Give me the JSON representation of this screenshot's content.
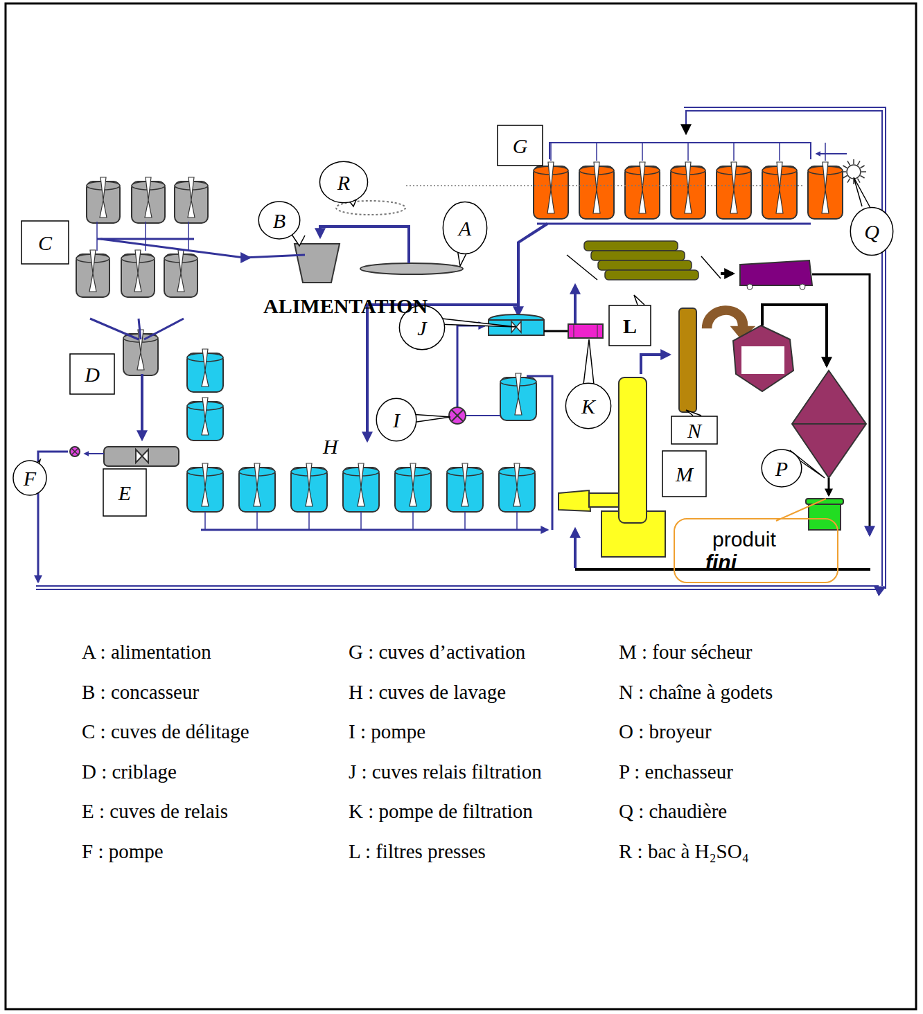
{
  "diagram": {
    "nodes": [
      {
        "text": [
          "R"
        ]
      },
      {
        "text": [
          "B"
        ]
      },
      {
        "text": [
          "A"
        ]
      },
      {
        "text": [
          "C"
        ]
      },
      {
        "text": [
          "G"
        ]
      },
      {
        "text": [
          "Q"
        ]
      },
      {
        "text": [
          "D"
        ]
      },
      {
        "text": [
          "F"
        ]
      },
      {
        "text": [
          "E"
        ]
      },
      {
        "text": [
          "J"
        ]
      },
      {
        "text": [
          "I"
        ]
      },
      {
        "text": [
          "K"
        ]
      },
      {
        "text": [
          "L"
        ]
      },
      {
        "text": [
          "N"
        ]
      },
      {
        "text": [
          "M"
        ]
      },
      {
        "text": [
          "P"
        ]
      },
      {
        "text": [
          "produit",
          "fini"
        ]
      }
    ],
    "labels": [
      "ALIMENTATION",
      "H"
    ],
    "legend": [
      {
        "text": "A : alimentation"
      },
      {
        "text": "G : cuves d’activation"
      },
      {
        "text": "M : four sécheur"
      },
      {
        "text": "B : concasseur"
      },
      {
        "text": "H : cuves de lavage"
      },
      {
        "text": "N : chaîne à godets"
      },
      {
        "text": "C : cuves de délitage"
      },
      {
        "text": "I : pompe"
      },
      {
        "text": "O : broyeur"
      },
      {
        "text": "D : criblage"
      },
      {
        "text": "J : cuves relais filtration"
      },
      {
        "text": "P : enchasseur"
      },
      {
        "text": "E : cuves de relais"
      },
      {
        "text": "K : pompe de filtration"
      },
      {
        "text": "Q : chaudière"
      },
      {
        "text": "F : pompe"
      },
      {
        "text": "L : filtres presses"
      },
      {
        "text": "R : bac à H₂SO₄"
      }
    ]
  }
}
